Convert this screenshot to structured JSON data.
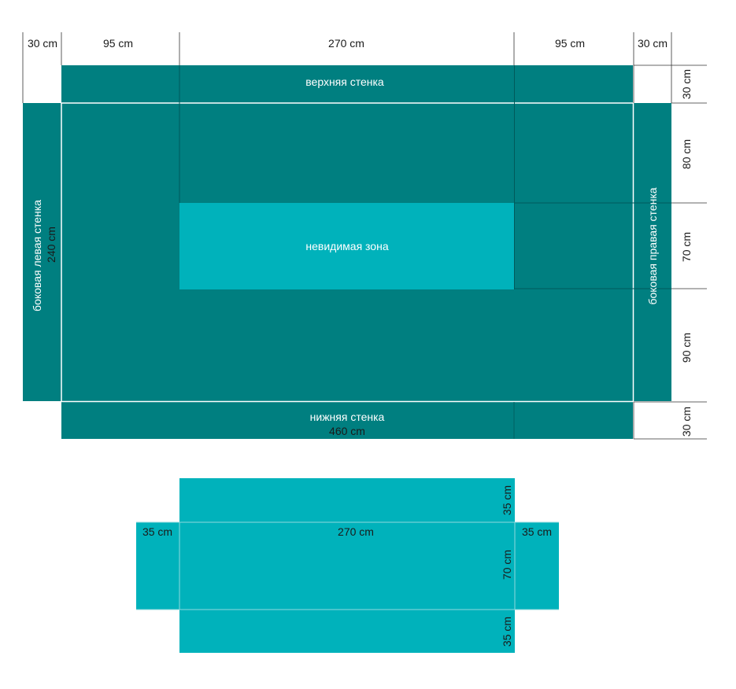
{
  "colors": {
    "dark": "#007f80",
    "light": "#00b2bb",
    "line": "#ffffff",
    "dim_line": "#333333"
  },
  "top_dims": {
    "w1": "30 cm",
    "w2": "95 cm",
    "w3": "270 cm",
    "w4": "95 cm",
    "w5": "30 cm"
  },
  "right_dims": {
    "h1": "30 cm",
    "h2": "80 cm",
    "h3": "70 cm",
    "h4": "90 cm",
    "h5": "30 cm"
  },
  "labels": {
    "top_wall": "верхняя стенка",
    "bottom_wall": "нижняя стенка",
    "bottom_width": "460 cm",
    "left_wall": "боковая левая  стенка",
    "left_height": "240 cm",
    "right_wall": "боковая правая  стенка",
    "invisible_zone": "невидимая зона"
  },
  "net": {
    "top_flap": "35 cm",
    "left_flap": "35 cm",
    "length": "270 cm",
    "right_flap": "35 cm",
    "height": "70 cm",
    "bottom_flap": "35 cm"
  }
}
